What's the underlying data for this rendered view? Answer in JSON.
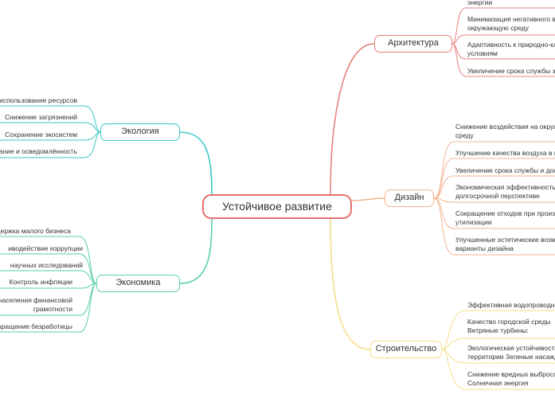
{
  "root": {
    "label": "Устойчивое развитие"
  },
  "colors": {
    "architecture": "#e8837c",
    "design": "#f5b48f",
    "construction": "#f7de8c",
    "ecology": "#3cc6c6",
    "economy": "#56cfa6"
  },
  "branches": {
    "architecture": {
      "label": "Архитектура",
      "leaves": [
        [
          "энергии"
        ],
        [
          "Минимизация негативного вл",
          "окружающую среду"
        ],
        [
          "Адаптивность к природно-кл",
          "условиям"
        ],
        [
          "Увеличение срока службы зд"
        ]
      ]
    },
    "design": {
      "label": "Дизайн",
      "leaves": [
        [
          "Снижение воздействия на окруж",
          "среду"
        ],
        [
          "Улучшение качества воздуха в п"
        ],
        [
          "Увеличение срока службы и дол"
        ],
        [
          "Экономическая эффективность в",
          "долгосрочной перспективе"
        ],
        [
          "Сокращение отходов при произв",
          "утилизации"
        ],
        [
          "Улучшенные эстетические возмо",
          "варианты дизайна"
        ]
      ]
    },
    "construction": {
      "label": "Строительство",
      "leaves": [
        [
          "Эффективная водопроводная"
        ],
        [
          "Качество городской среды",
          "Ветряные турбины:"
        ],
        [
          "Экологическая устойчивость",
          "территории Зеленые насажд"
        ],
        [
          "Снижение вредных выбросо",
          "Солнечная энергия"
        ]
      ]
    },
    "ecology": {
      "label": "Экология",
      "leaves": [
        [
          "е использование ресурсов"
        ],
        [
          "Снижение загрязнений"
        ],
        [
          "Сохранение экосистем"
        ],
        [
          "вание и осведомлённость"
        ]
      ]
    },
    "economy": {
      "label": "Экономика",
      "leaves": [
        [
          "ддержка малого бизнеса"
        ],
        [
          "иводействие коррупции"
        ],
        [
          "научных исследований"
        ],
        [
          "Контроль инфляции"
        ],
        [
          "населения финансовой",
          "грамотности"
        ],
        [
          "окращение безработицы"
        ]
      ]
    }
  }
}
